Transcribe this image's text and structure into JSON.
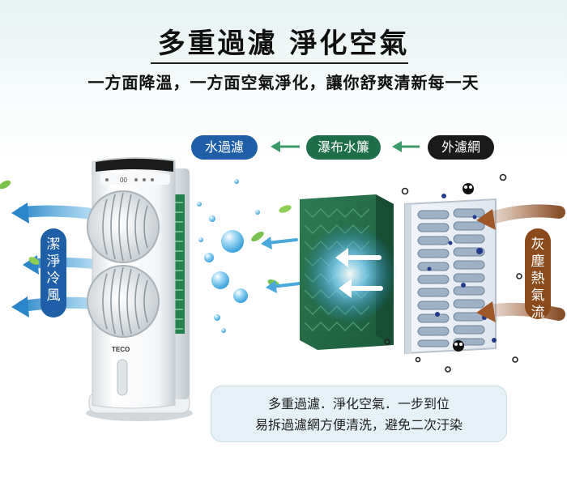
{
  "heading": {
    "title": "多重過濾  淨化空氣",
    "subtitle": "一方面降溫，一方面空氣淨化，讓你舒爽清新每一天"
  },
  "stages": {
    "water_filter": "水過濾",
    "waterfall_curtain": "瀑布水簾",
    "outer_mesh": "外濾網"
  },
  "side_labels": {
    "clean_cool_air": "潔淨冷風",
    "dust_airflow": "灰塵熱氣流"
  },
  "unit": {
    "brand": "TECO"
  },
  "info": {
    "line1": "多重過濾．淨化空氣．一步到位",
    "line2": "易拆過濾網方便清洗，避免二次汙染"
  },
  "colors": {
    "water_blue": "#1e5fa8",
    "curtain_green": "#1f6e4a",
    "mesh_black": "#1a1a1a",
    "dust_brown": "#8a4a1c",
    "arrow_green": "#3a9a6a"
  },
  "icons": {
    "flow_arrow_1": "arrow-left-icon",
    "flow_arrow_2": "arrow-left-icon"
  }
}
